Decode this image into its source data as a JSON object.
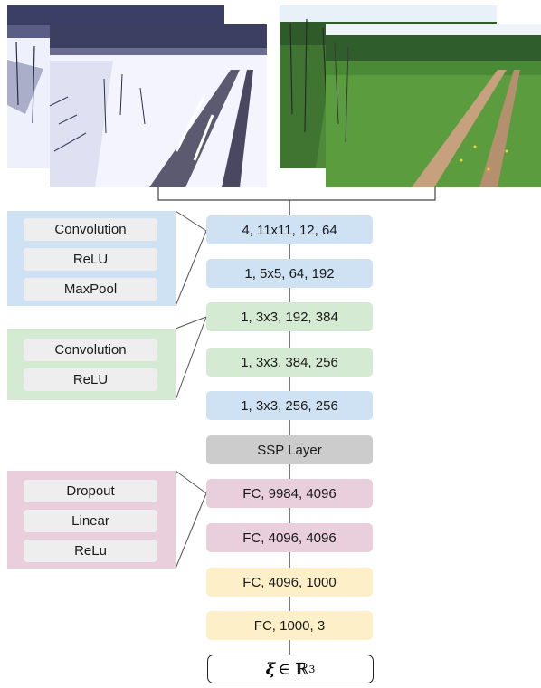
{
  "images": {
    "winter_back": "snow-field-photo-back",
    "winter_front": "snow-field-photo-front",
    "summer_back": "grass-field-photo-back",
    "summer_front": "grass-field-photo-front"
  },
  "colors": {
    "blue": "#cfe2f3",
    "green": "#d5ead2",
    "gray": "#cccccc",
    "pink": "#e8cfdb",
    "yellow": "#fdf0c8"
  },
  "groups": {
    "conv_pool": {
      "ops": [
        "Convolution",
        "ReLU",
        "MaxPool"
      ]
    },
    "conv": {
      "ops": [
        "Convolution",
        "ReLU"
      ]
    },
    "fc": {
      "ops": [
        "Dropout",
        "Linear",
        "ReLu"
      ]
    }
  },
  "layers": [
    "4, 11x11, 12, 64",
    "1, 5x5, 64, 192",
    "1, 3x3, 192, 384",
    "1, 3x3, 384, 256",
    "1, 3x3, 256, 256",
    "SSP Layer",
    "FC, 9984, 4096",
    "FC, 4096, 4096",
    "FC, 4096, 1000",
    "FC, 1000, 3"
  ],
  "output": {
    "symbol": "ξ",
    "relation": "∈",
    "space": "ℝ",
    "dim": "3"
  }
}
